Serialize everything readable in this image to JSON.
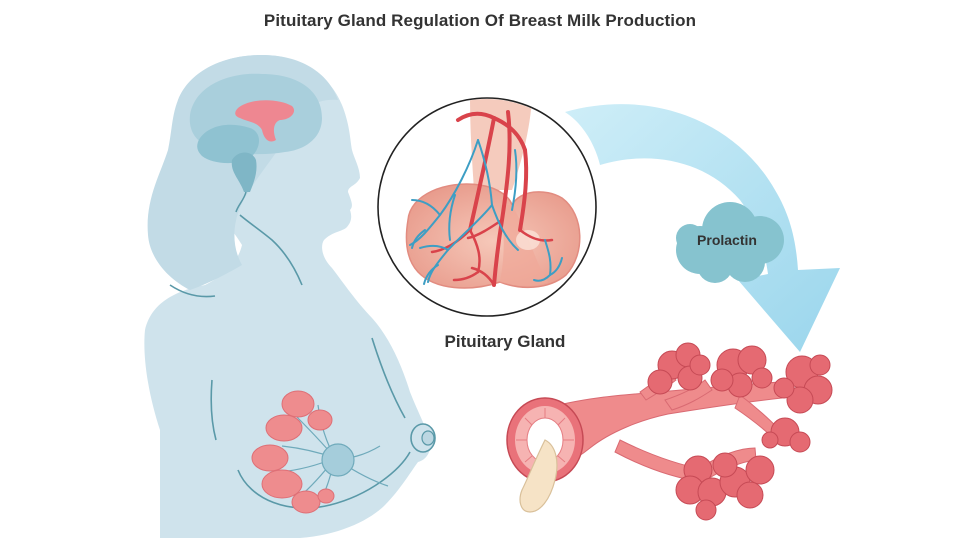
{
  "title": "Pituitary Gland Regulation Of Breast Milk Production",
  "labels": {
    "pituitary": "Pituitary Gland",
    "hormone": "Prolactin"
  },
  "colors": {
    "body": "#cfe3ec",
    "body_outline": "#5a99a8",
    "tissue_pink": "#ea7b7c",
    "tissue_dark": "#c94c56",
    "vessel_blue": "#3d9ec4",
    "gland_peach": "#f2b3a4",
    "arrow_blue": "#a6dcee",
    "cloud": "#86c3cf",
    "milk": "#f6e3c6"
  },
  "icons": [
    "brain-icon",
    "pituitary-gland-icon",
    "mammary-gland-icon",
    "milk-duct-icon",
    "alveoli-icon",
    "prolactin-cloud-icon",
    "arrow-icon"
  ]
}
